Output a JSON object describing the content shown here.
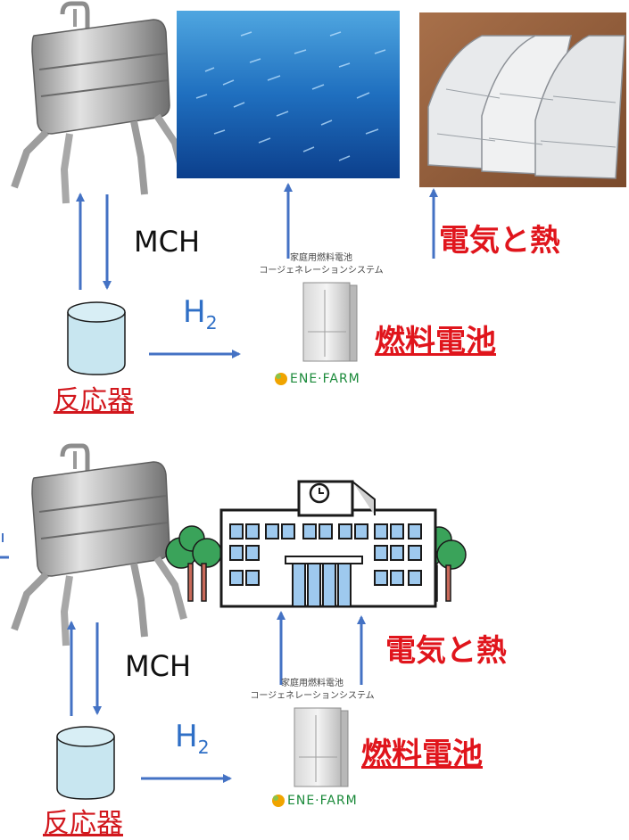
{
  "top": {
    "mch": "MCH",
    "h2": "H",
    "h2_sub": "2",
    "electricity_heat": "電気と熱",
    "fuel_cell": "燃料電池",
    "reactor": "反応器",
    "fuel_cell_caption_line1": "家庭用燃料電池",
    "fuel_cell_caption_line2": "コージェネレーションシステム",
    "logo_text": "ENE·FARM"
  },
  "bottom": {
    "mch": "MCH",
    "h2": "H",
    "h2_sub": "2",
    "electricity_heat": "電気と熱",
    "fuel_cell": "燃料電池",
    "reactor": "反応器",
    "fuel_cell_caption_line1": "家庭用燃料電池",
    "fuel_cell_caption_line2": "コージェネレーションシステム",
    "logo_text": "ENE·FARM"
  },
  "colors": {
    "arrow": "#4472c4",
    "label_red": "#e0151c",
    "reactor_fill": "#c8e6f0"
  }
}
